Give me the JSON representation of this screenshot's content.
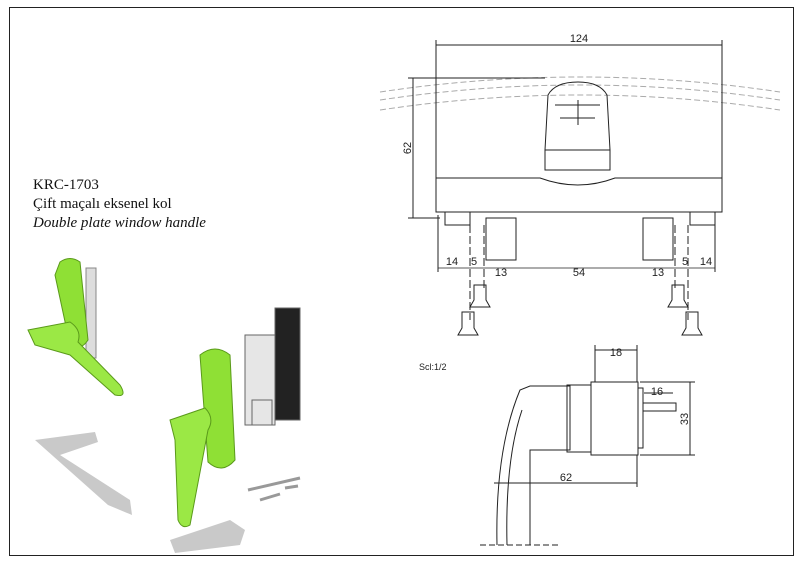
{
  "product": {
    "code": "KRC-1703",
    "name_tr": "Çift maçalı eksenel kol",
    "name_en": "Double plate window handle"
  },
  "front_view": {
    "dimensions": {
      "overall_width": "124",
      "height": "62",
      "left_edge": "14",
      "left_gap": "5",
      "left_plate": "13",
      "center": "54",
      "right_plate": "13",
      "right_gap": "5",
      "right_edge": "14"
    }
  },
  "side_view": {
    "scale": "Scl:1/2",
    "dimensions": {
      "base_depth": "18",
      "spindle": "16",
      "base_height": "33",
      "reach": "62"
    }
  },
  "colors": {
    "handle_green": "#8fe035",
    "shadow_grey": "#c8c8c8"
  }
}
